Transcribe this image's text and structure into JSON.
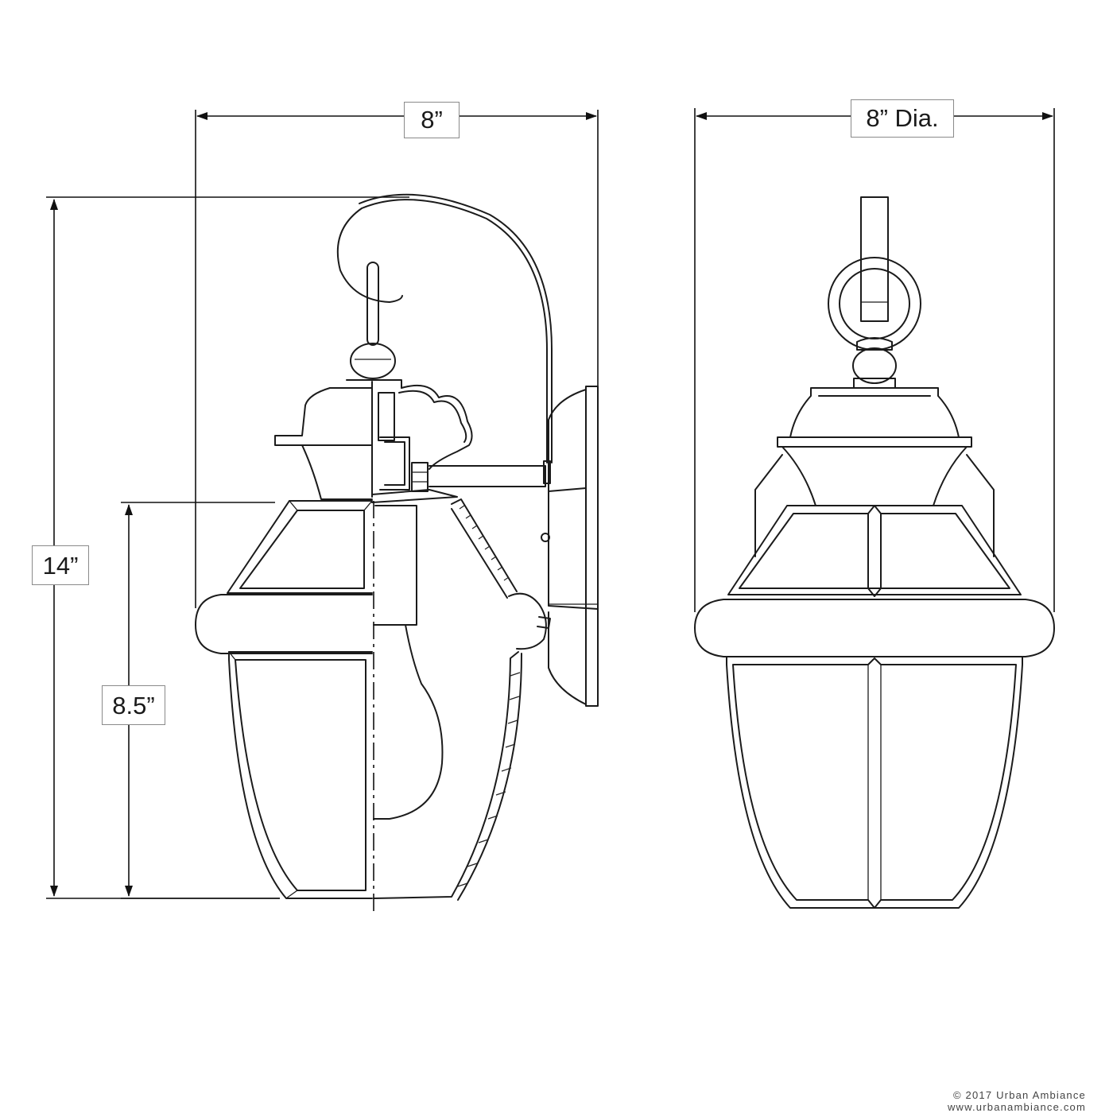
{
  "dimensions": {
    "overall_width": "8”",
    "diameter": "8” Dia.",
    "overall_height": "14”",
    "shade_height": "8.5”"
  },
  "footer": {
    "copyright": "© 2017 Urban Ambiance",
    "website": "www.urbanambiance.com"
  },
  "colors": {
    "line": "#1b1b1b",
    "background": "#ffffff"
  }
}
